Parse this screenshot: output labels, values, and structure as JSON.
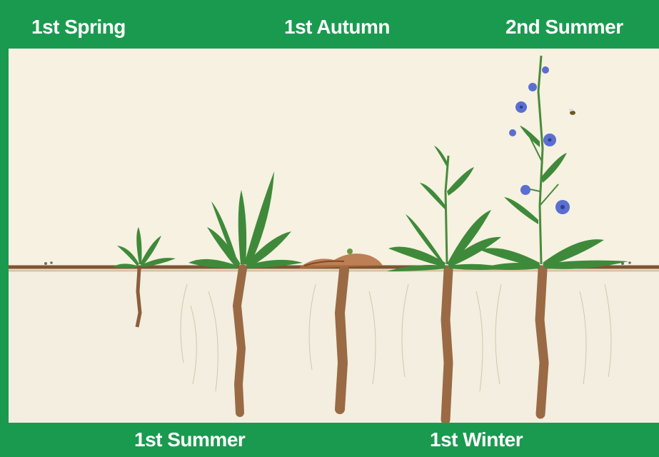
{
  "header": {
    "labels": [
      "1st Spring",
      "1st Autumn",
      "2nd Summer"
    ]
  },
  "footer": {
    "labels": [
      "1st Summer",
      "1st Winter"
    ]
  },
  "colors": {
    "banner": "#1a9a4f",
    "paper": "#f6f1e1",
    "soil": "#8a5a3a",
    "leaf": "#3f8a3a",
    "root": "#9a6a45",
    "flower": "#5a6fd0"
  },
  "stages": [
    {
      "name": "1st Spring",
      "plant": "small-seedling"
    },
    {
      "name": "1st Summer",
      "plant": "leafy-rosette"
    },
    {
      "name": "1st Autumn",
      "plant": "withered-leaves"
    },
    {
      "name": "1st Winter",
      "plant": "bolting-stem"
    },
    {
      "name": "2nd Summer",
      "plant": "flowering-stem"
    }
  ]
}
